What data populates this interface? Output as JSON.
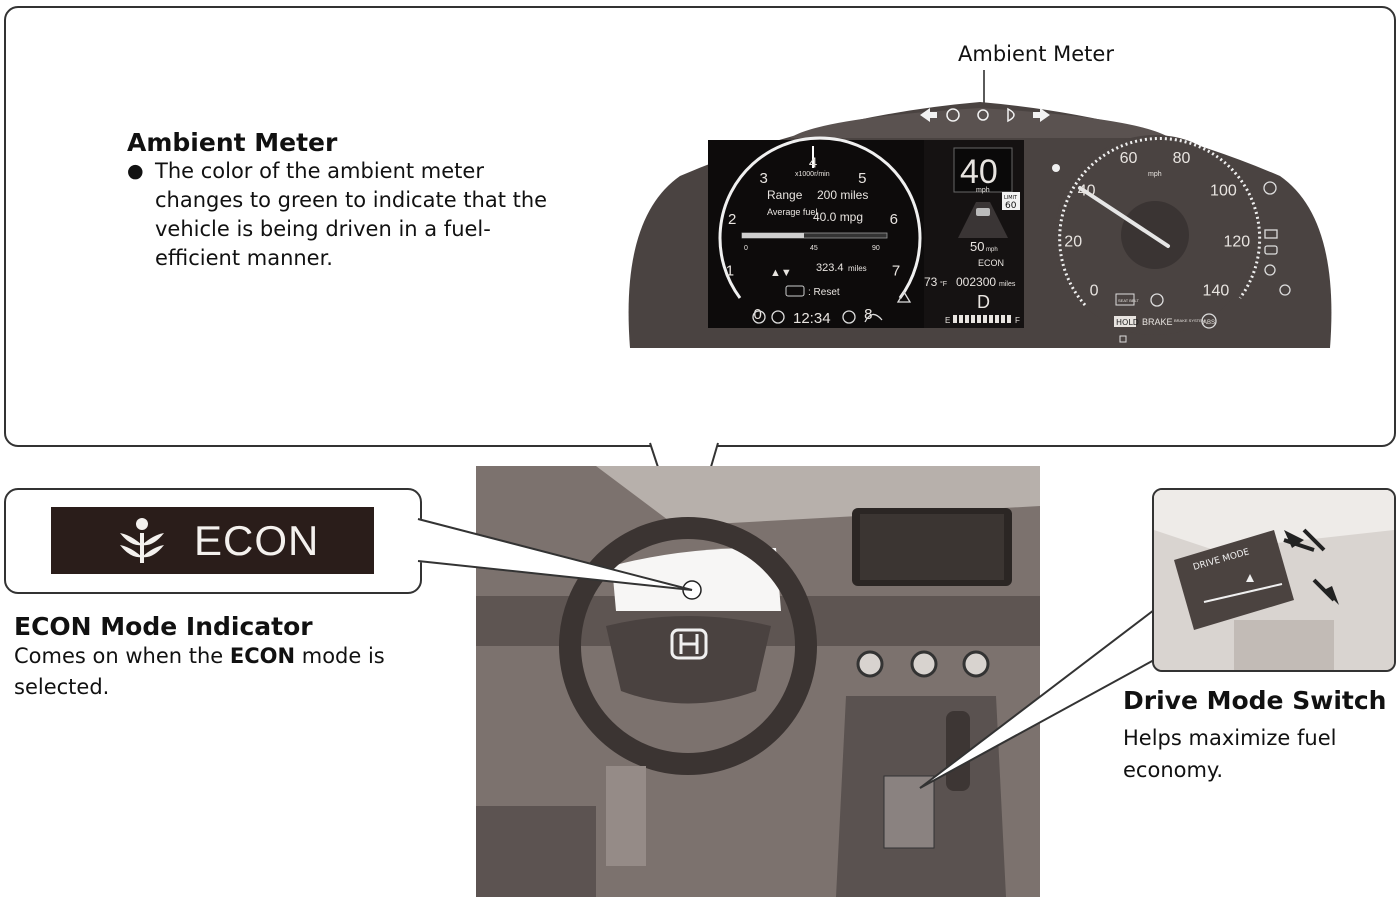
{
  "ambient": {
    "callout_label": "Ambient Meter",
    "title": "Ambient Meter",
    "bullet": "●",
    "description": "The color of the ambient meter changes to green to indicate that the vehicle is being driven in a fuel-efficient manner."
  },
  "econ": {
    "badge_label": "ECON",
    "title": "ECON Mode Indicator",
    "desc_before": "Comes on when the ",
    "desc_bold": "ECON",
    "desc_after": " mode is selected."
  },
  "drive_mode": {
    "title": "Drive Mode Switch",
    "description": "Helps maximize fuel economy.",
    "switch_label": "DRIVE MODE"
  },
  "cluster": {
    "tach_unit": "x1000r/min",
    "tach_ticks": [
      "0",
      "1",
      "2",
      "3",
      "4",
      "5",
      "6",
      "7",
      "8"
    ],
    "range_label": "Range",
    "range_value": "200 miles",
    "avg_fuel_label": "Average fuel",
    "avg_fuel_value": "40.0 mpg",
    "avg_scale": [
      "0",
      "45",
      "90"
    ],
    "trip_value": "323.4",
    "trip_unit": "miles",
    "reset_label": ": Reset",
    "clock": "12:34",
    "speed_digital": "40",
    "speed_unit": "mph",
    "limit_label": "LIMIT",
    "limit_value": "60",
    "acc_speed": "50",
    "acc_unit": "mph",
    "econ_small": "ECON",
    "temperature": "73",
    "temp_unit": "°F",
    "odometer": "002300",
    "odo_unit": "miles",
    "gear": "D",
    "fuel_e": "E",
    "fuel_f": "F",
    "speedo_ticks": [
      "0",
      "20",
      "40",
      "60",
      "80",
      "100",
      "120",
      "140"
    ],
    "speedo_unit": "mph",
    "hold_label": "HOLD",
    "brake_label": "BRAKE",
    "brake_system_label": "BRAKE SYSTEM",
    "abs_label": "ABS",
    "seat_label": "SEAT BELT"
  },
  "colors": {
    "cluster_body": "#4a4341",
    "screen": "#0d0b0b",
    "econ_badge": "#2a1d1a",
    "photo_bg": "#7c726e"
  }
}
